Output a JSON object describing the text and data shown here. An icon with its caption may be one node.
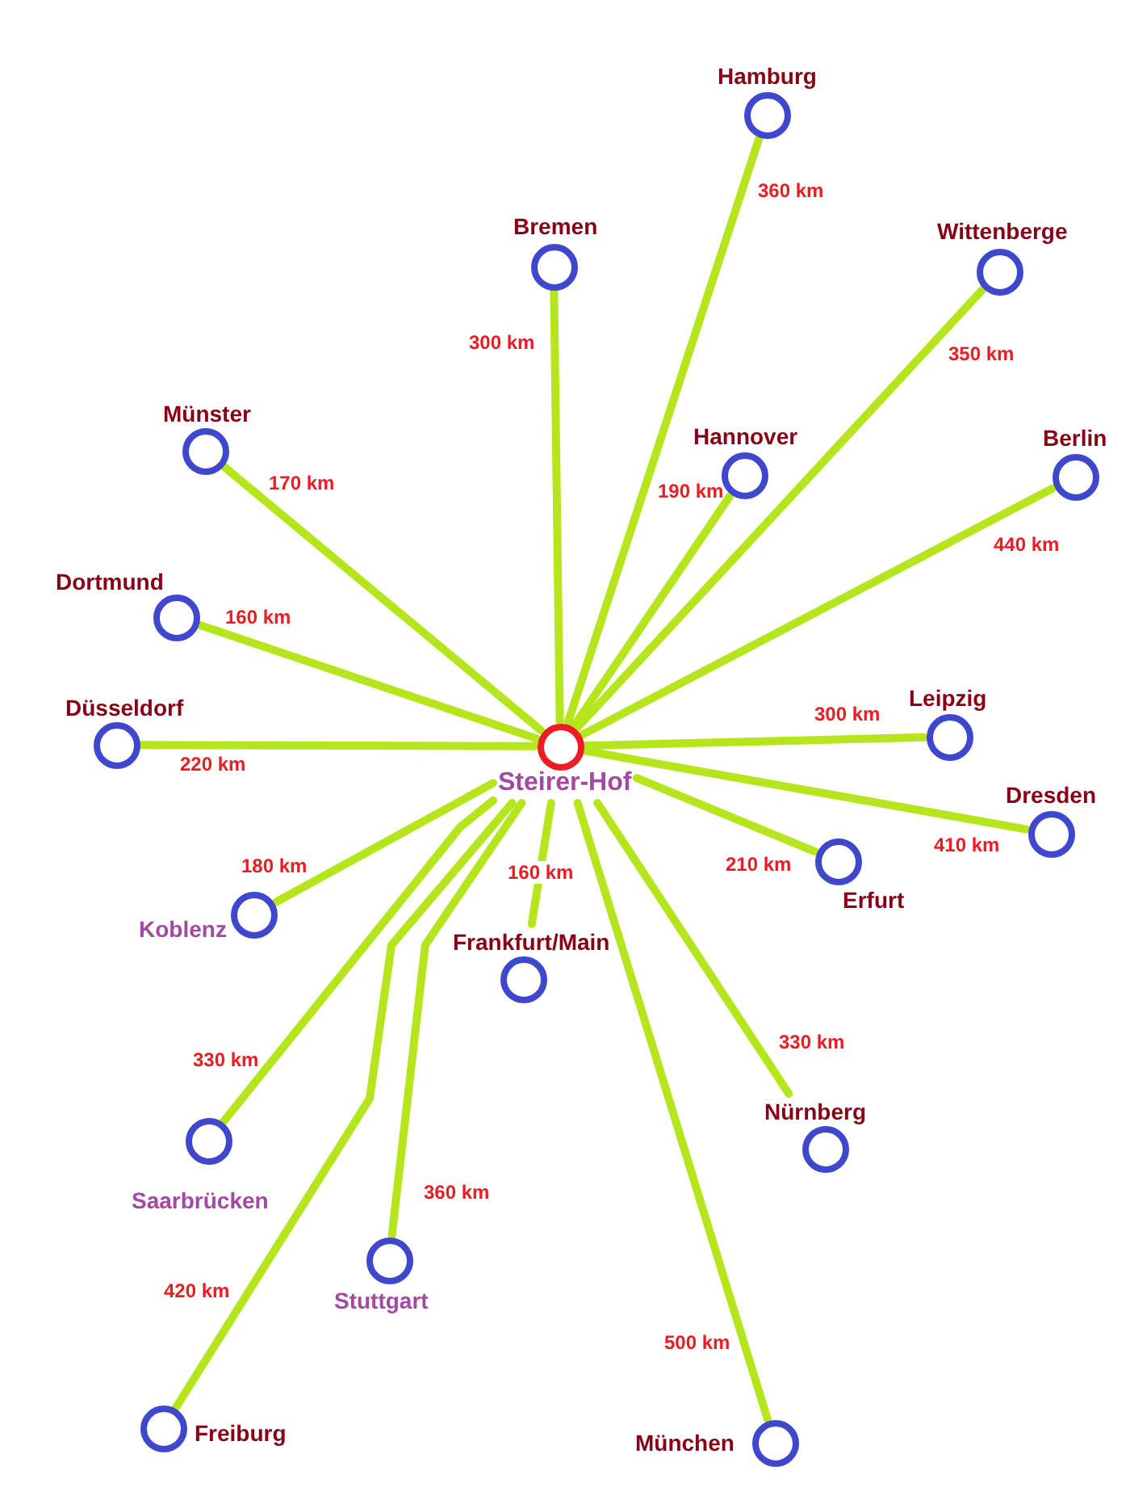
{
  "diagram": {
    "nodes": [
      {
        "text": [
          "Hamburg"
        ]
      },
      {
        "text": [
          "Bremen"
        ]
      },
      {
        "text": [
          "Wittenberge"
        ]
      },
      {
        "text": [
          "Münster"
        ]
      },
      {
        "text": [
          "Hannover"
        ]
      },
      {
        "text": [
          "Berlin"
        ]
      },
      {
        "text": [
          "Dortmund"
        ]
      },
      {
        "text": [
          "Düsseldorf"
        ]
      },
      {
        "text": [
          "Leipzig"
        ]
      },
      {
        "text": [
          "Steirer-Hof"
        ]
      },
      {
        "text": [
          "Dresden"
        ]
      },
      {
        "text": [
          "Erfurt"
        ]
      },
      {
        "text": [
          "Koblenz"
        ]
      },
      {
        "text": [
          "Frankfurt/Main"
        ]
      },
      {
        "text": [
          "Nürnberg"
        ]
      },
      {
        "text": [
          "Saarbrücken"
        ]
      },
      {
        "text": [
          "Stuttgart"
        ]
      },
      {
        "text": [
          "Freiburg"
        ]
      },
      {
        "text": [
          "München"
        ]
      }
    ],
    "edges": [
      {
        "from": 9,
        "to": 0,
        "arrow": "none",
        "label": "360 km"
      },
      {
        "from": 9,
        "to": 1,
        "arrow": "none",
        "label": "300 km"
      },
      {
        "from": 9,
        "to": 2,
        "arrow": "none",
        "label": "350 km"
      },
      {
        "from": 9,
        "to": 3,
        "arrow": "none",
        "label": "170 km"
      },
      {
        "from": 9,
        "to": 4,
        "arrow": "none",
        "label": "190 km"
      },
      {
        "from": 9,
        "to": 5,
        "arrow": "none",
        "label": "440 km"
      },
      {
        "from": 9,
        "to": 6,
        "arrow": "none",
        "label": "160 km"
      },
      {
        "from": 9,
        "to": 7,
        "arrow": "none",
        "label": "220 km"
      },
      {
        "from": 9,
        "to": 8,
        "arrow": "none",
        "label": "300 km"
      },
      {
        "from": 9,
        "to": 10,
        "arrow": "none",
        "label": "410 km"
      },
      {
        "from": 9,
        "to": 11,
        "arrow": "none",
        "label": "210 km"
      },
      {
        "from": 9,
        "to": 12,
        "arrow": "none",
        "label": "180 km"
      },
      {
        "from": 9,
        "to": 13,
        "arrow": "none",
        "label": "160 km"
      },
      {
        "from": 9,
        "to": 14,
        "arrow": "none",
        "label": "330 km"
      },
      {
        "from": 9,
        "to": 15,
        "arrow": "none",
        "label": "330 km"
      },
      {
        "from": 9,
        "to": 16,
        "arrow": "none",
        "label": "360 km"
      },
      {
        "from": 9,
        "to": 17,
        "arrow": "none",
        "label": "420 km"
      },
      {
        "from": 9,
        "to": 18,
        "arrow": "none",
        "label": "500 km"
      }
    ]
  }
}
